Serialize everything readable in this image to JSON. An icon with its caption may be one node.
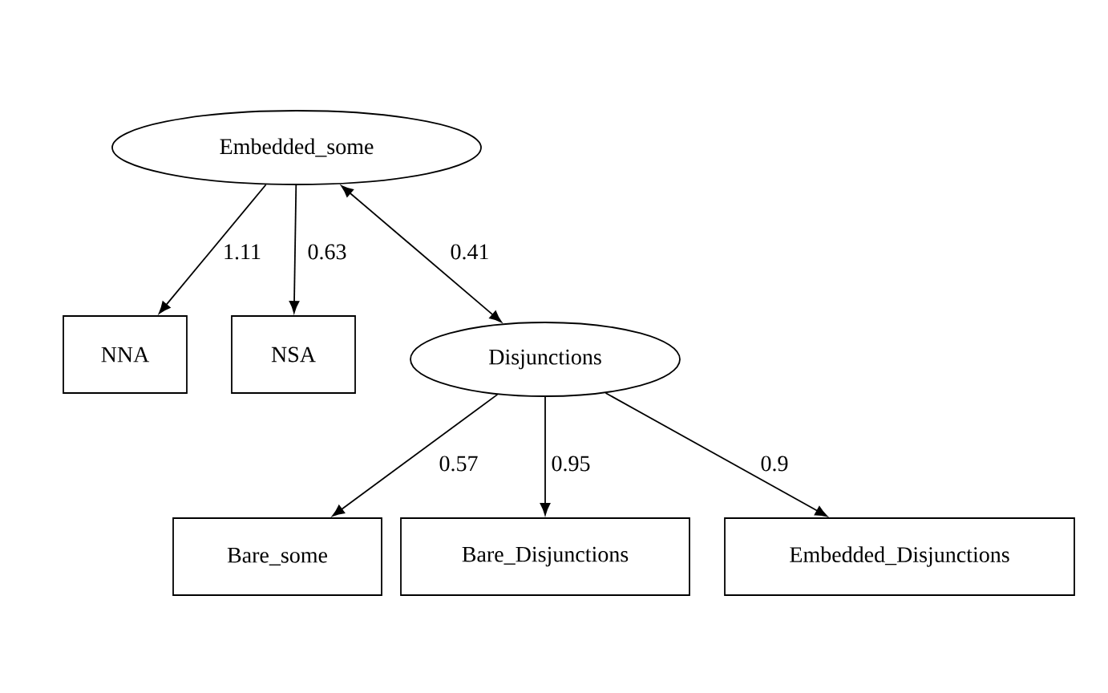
{
  "diagram": {
    "nodes": [
      {
        "text": [
          "Embedded_some"
        ]
      },
      {
        "text": [
          "NNA"
        ]
      },
      {
        "text": [
          "NSA"
        ]
      },
      {
        "text": [
          "Disjunctions"
        ]
      },
      {
        "text": [
          "Bare_some"
        ]
      },
      {
        "text": [
          "Bare_Disjunctions"
        ]
      },
      {
        "text": [
          "Embedded_Disjunctions"
        ]
      }
    ],
    "edges": [
      {
        "from": 0,
        "to": 1,
        "arrow": "to",
        "label": "1.11"
      },
      {
        "from": 0,
        "to": 2,
        "arrow": "to",
        "label": "0.63"
      },
      {
        "from": 0,
        "to": 3,
        "arrow": "both",
        "label": "0.41"
      },
      {
        "from": 3,
        "to": 4,
        "arrow": "to",
        "label": "0.57"
      },
      {
        "from": 3,
        "to": 5,
        "arrow": "to",
        "label": "0.95"
      },
      {
        "from": 3,
        "to": 6,
        "arrow": "to",
        "label": "0.9"
      }
    ]
  }
}
